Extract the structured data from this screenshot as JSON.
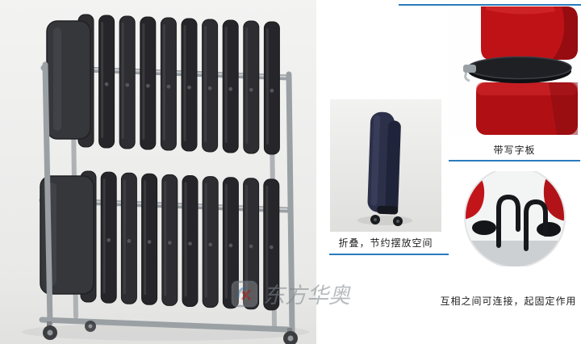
{
  "page": {
    "background": "#ffffff",
    "accent": "#2b7bbd"
  },
  "colors": {
    "chair_dark": "#2e2e32",
    "chair_dark_alt": "#26262a",
    "chair_edge": "#1a1a1c",
    "chair_highlight": "#4b4b50",
    "frame_metal": "#9aa0a3",
    "chair_red": "#bf1217",
    "chair_navy": "#2c3049"
  },
  "main_photo": {
    "chairs_top_row": 10,
    "chairs_bottom_row": 10
  },
  "details": {
    "tablet": {
      "caption": "带写字板"
    },
    "fold": {
      "caption": "折叠，节约摆放空间"
    },
    "hooks": {
      "caption": "互相之间可连接，起固定作用"
    }
  },
  "watermark": {
    "text": "东方华奥"
  }
}
